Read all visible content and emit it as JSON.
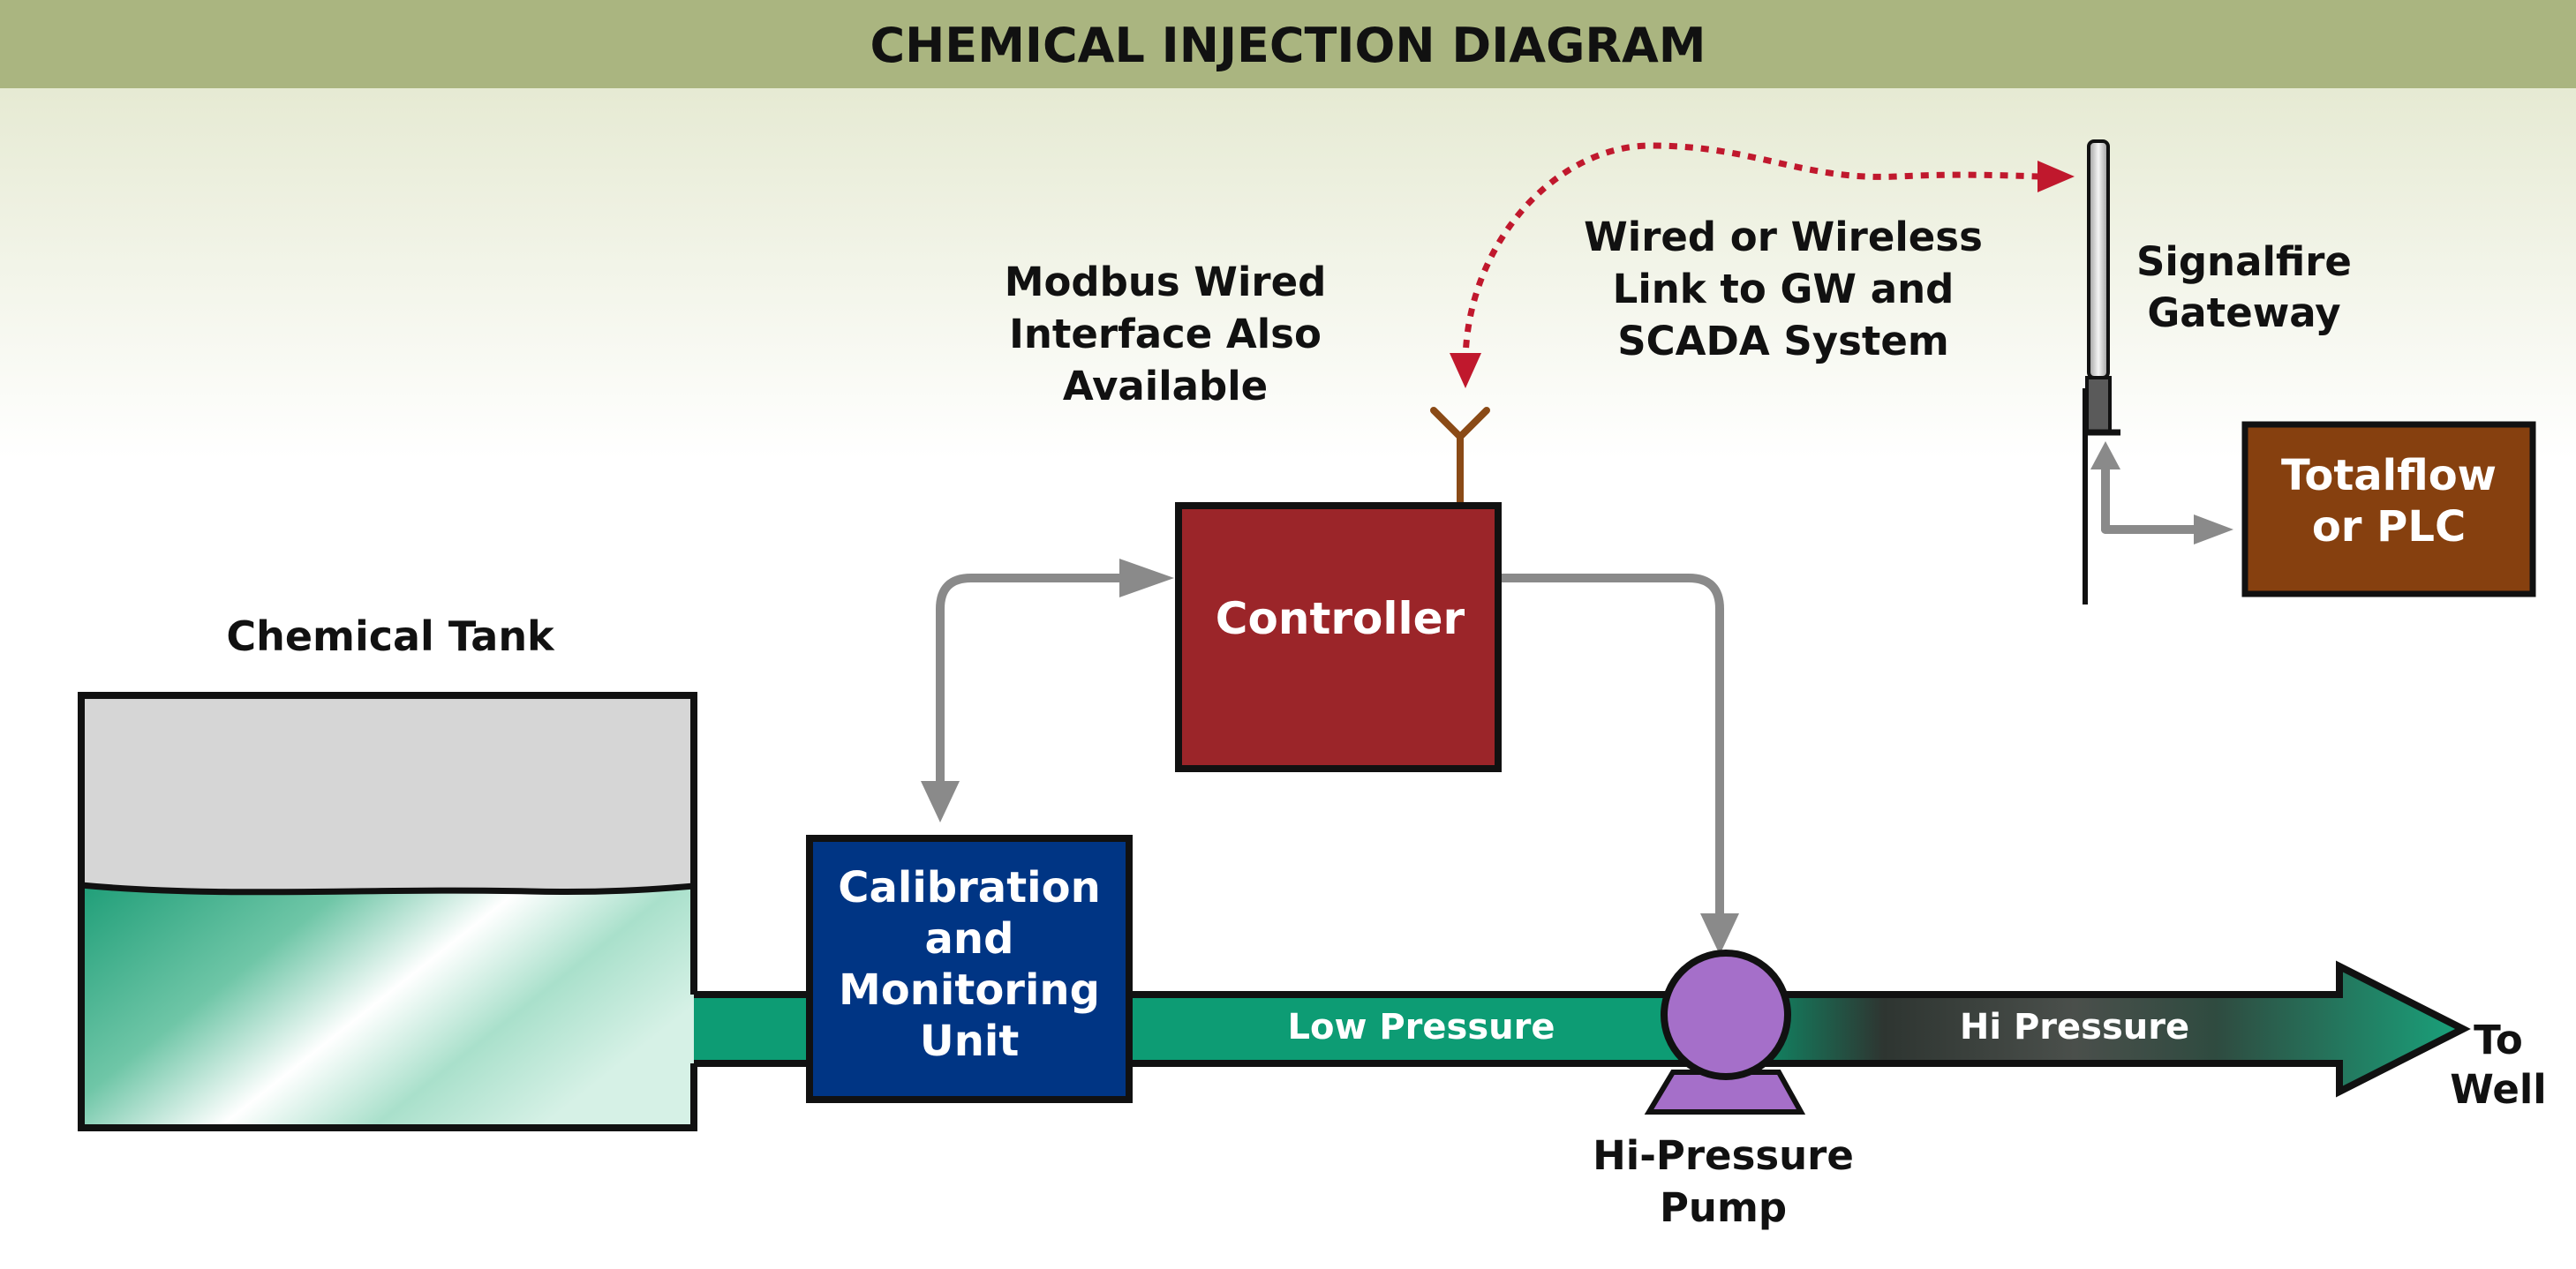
{
  "title": "CHEMICAL INJECTION DIAGRAM",
  "labels": {
    "chemical_tank": "Chemical Tank",
    "calibration_unit": [
      "Calibration",
      "and",
      "Monitoring",
      "Unit"
    ],
    "controller": "Controller",
    "modbus_note": [
      "Modbus Wired",
      "Interface Also",
      "Available"
    ],
    "wireless_link": [
      "Wired or Wireless",
      "Link to GW and",
      "SCADA System"
    ],
    "signalfire_gateway": [
      "Signalfire",
      "Gateway"
    ],
    "totalflow": [
      "Totalflow",
      "or PLC"
    ],
    "low_pressure": "Low Pressure",
    "hi_pressure": "Hi Pressure",
    "pump": [
      "Hi-Pressure",
      "Pump"
    ],
    "to_well": [
      "To",
      "Well"
    ]
  },
  "colors": {
    "title_bar": "#aab580",
    "background_fade": "#e9ecda",
    "tank_empty": "#d6d6d6",
    "chemical_fluid": "#1f9e78",
    "pipe_low": "#0d9c74",
    "pipe_high_dark": "#2e3531",
    "calibration_unit": "#003584",
    "controller": "#9b2529",
    "totalflow": "#86400f",
    "pump": "#a56fc9",
    "signal_link": "#c0182d",
    "connector_lines": "#8a8a8a",
    "antenna": "#8a4a16"
  },
  "icons": {
    "controller_antenna": "antenna-icon",
    "wireless_link": "dotted-double-arrow",
    "gateway": "antenna-mast-icon"
  }
}
